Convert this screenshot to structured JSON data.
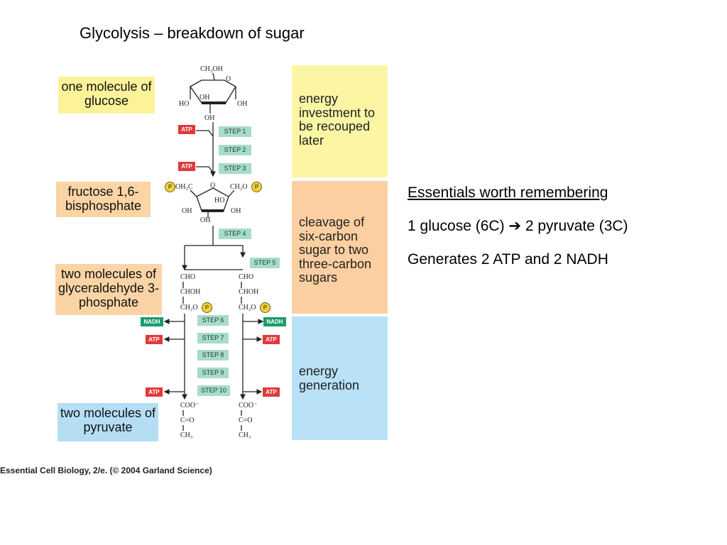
{
  "slide": {
    "title": "Glycolysis – breakdown of sugar",
    "notes": {
      "heading": "Essentials worth remembering",
      "line1": "1 glucose (6C) ➔ 2 pyruvate (3C)",
      "line2": "Generates 2 ATP and 2 NADH"
    },
    "caption": "Essential Cell Biology, 2/e. (© 2004 Garland Science)"
  },
  "figure": {
    "labels": {
      "glucose": "one molecule of glucose",
      "fructose": "fructose 1,6-bisphosphate",
      "g3p": "two molecules of glyceraldehyde 3-phosphate",
      "pyruvate": "two molecules of pyruvate"
    },
    "phases": {
      "investment": "energy investment to be recouped later",
      "cleavage": "cleavage of six-carbon sugar to two three-carbon sugars",
      "generation": "energy generation"
    },
    "steps": {
      "s1": "STEP 1",
      "s2": "STEP 2",
      "s3": "STEP 3",
      "s4": "STEP 4",
      "s5": "STEP 5",
      "s6": "STEP 6",
      "s7": "STEP 7",
      "s8": "STEP 8",
      "s9": "STEP 9",
      "s10": "STEP 10"
    },
    "tags": {
      "atp": "ATP",
      "nadh": "NADH",
      "phosphate": "P"
    },
    "chemistry": {
      "ch2oh": "CH₂OH",
      "oh": "OH",
      "ho": "HO",
      "o": "O",
      "oh3c": "OH₂C",
      "ch2o": "CH₂O",
      "cho": "CHO",
      "choh": "CHOH",
      "coo": "COO⁻",
      "co": "C=O",
      "ch3": "CH₃"
    },
    "colors": {
      "glucose_bg": "#fbf29a",
      "three_carbon_bg": "#fbd4a6",
      "pyruvate_bg": "#b5def5",
      "step_bg": "#a7dcc8",
      "atp": "#e2393b",
      "nadh": "#1a9c6d"
    }
  }
}
